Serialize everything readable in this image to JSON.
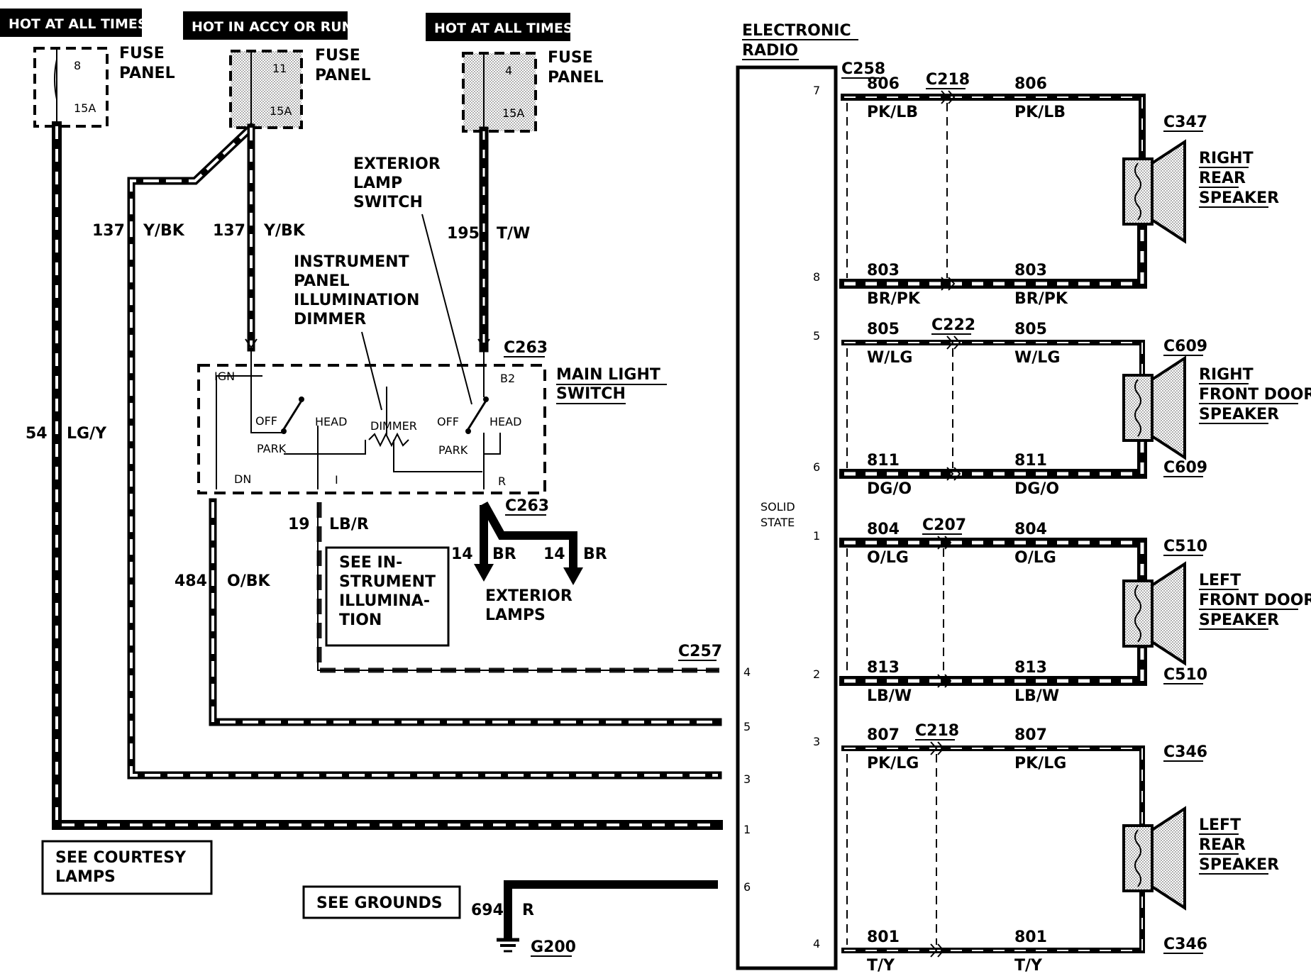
{
  "hot_labels": {
    "a": "HOT AT ALL TIMES",
    "b": "HOT IN ACCY OR RUN",
    "c": "HOT AT ALL TIMES"
  },
  "fuses": [
    {
      "label": "FUSE PANEL",
      "number": "8",
      "rating": "15A"
    },
    {
      "label": "FUSE PANEL",
      "number": "11",
      "rating": "15A"
    },
    {
      "label": "FUSE PANEL",
      "number": "4",
      "rating": "15A"
    }
  ],
  "wires": {
    "w137a": {
      "num": "137",
      "color": "Y/BK"
    },
    "w137b": {
      "num": "137",
      "color": "Y/BK"
    },
    "w195": {
      "num": "195",
      "color": "T/W"
    },
    "w54": {
      "num": "54",
      "color": "LG/Y"
    },
    "w19": {
      "num": "19",
      "color": "LB/R"
    },
    "w484": {
      "num": "484",
      "color": "O/BK"
    },
    "w14a": {
      "num": "14",
      "color": "BR"
    },
    "w14b": {
      "num": "14",
      "color": "BR"
    },
    "w694": {
      "num": "694",
      "color": "R"
    }
  },
  "components": {
    "exterior_lamp_switch": [
      "EXTERIOR",
      "LAMP",
      "SWITCH"
    ],
    "dimmer": [
      "INSTRUMENT",
      "PANEL",
      "ILLUMINATION",
      "DIMMER"
    ],
    "main_light_switch": [
      "MAIN LIGHT",
      "SWITCH"
    ],
    "exterior_lamps": [
      "EXTERIOR",
      "LAMPS"
    ],
    "radio": [
      "ELECTRONIC",
      "RADIO"
    ],
    "solid_state": [
      "SOLID",
      "STATE"
    ]
  },
  "switch_labels": {
    "ign": "IGN",
    "b2": "B2",
    "off1": "OFF",
    "head1": "HEAD",
    "park1": "PARK",
    "dimmer": "DIMMER",
    "off2": "OFF",
    "head2": "HEAD",
    "park2": "PARK",
    "dn": "DN",
    "i": "I",
    "r": "R"
  },
  "connectors": {
    "c263_top": "C263",
    "c263_bot": "C263",
    "c257": "C257",
    "c258": "C258",
    "g200": "G200"
  },
  "boxes": {
    "instrument": [
      "SEE IN-",
      "STRUMENT",
      "ILLUMINA-",
      "TION"
    ],
    "courtesy": [
      "SEE COURTESY",
      "LAMPS"
    ],
    "grounds": "SEE GROUNDS"
  },
  "radio_left_pins": [
    "4",
    "5",
    "3",
    "1",
    "6"
  ],
  "speakers": [
    {
      "name": [
        "RIGHT",
        "REAR",
        "SPEAKER"
      ],
      "conn_top": "C347",
      "conn_bot": "",
      "inline": "C218",
      "top_wire": {
        "num": "806",
        "color": "PK/LB",
        "pin": "7"
      },
      "bot_wire": {
        "num": "803",
        "color": "BR/PK",
        "pin": "8"
      }
    },
    {
      "name": [
        "RIGHT",
        "FRONT DOOR",
        "SPEAKER"
      ],
      "conn_top": "C609",
      "conn_bot": "C609",
      "inline": "C222",
      "top_wire": {
        "num": "805",
        "color": "W/LG",
        "pin": "5"
      },
      "bot_wire": {
        "num": "811",
        "color": "DG/O",
        "pin": "6"
      }
    },
    {
      "name": [
        "LEFT",
        "FRONT DOOR",
        "SPEAKER"
      ],
      "conn_top": "C510",
      "conn_bot": "C510",
      "inline": "C207",
      "top_wire": {
        "num": "804",
        "color": "O/LG",
        "pin": "1"
      },
      "bot_wire": {
        "num": "813",
        "color": "LB/W",
        "pin": "2"
      }
    },
    {
      "name": [
        "LEFT",
        "REAR",
        "SPEAKER"
      ],
      "conn_top": "C346",
      "conn_bot": "C346",
      "inline": "C218",
      "top_wire": {
        "num": "807",
        "color": "PK/LG",
        "pin": "3"
      },
      "bot_wire": {
        "num": "801",
        "color": "T/Y",
        "pin": "4"
      }
    }
  ]
}
